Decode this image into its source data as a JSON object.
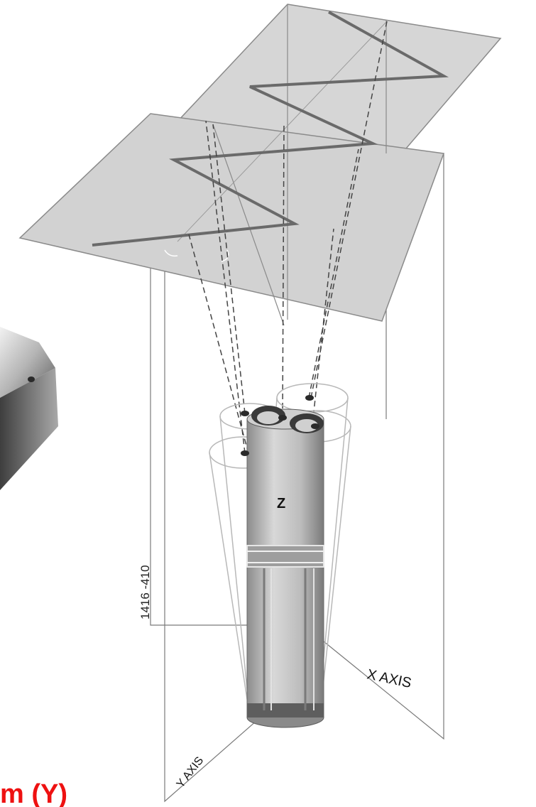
{
  "labels": {
    "z_axis": "Z",
    "x_axis": "X AXIS",
    "y_axis": "Y AXIS",
    "figure_code": "1416 -410"
  },
  "caption": {
    "text": "m (Y)",
    "color": "#ee1111"
  },
  "colors": {
    "scan_plane": "#d4d4d4",
    "scan_plane_edge": "#8a8a8a",
    "zigzag_path": "#6e6e6e",
    "frame_lines": "#7a7a7a",
    "column_body": "#bdbdbd",
    "workpiece": "#9a9a9a"
  }
}
